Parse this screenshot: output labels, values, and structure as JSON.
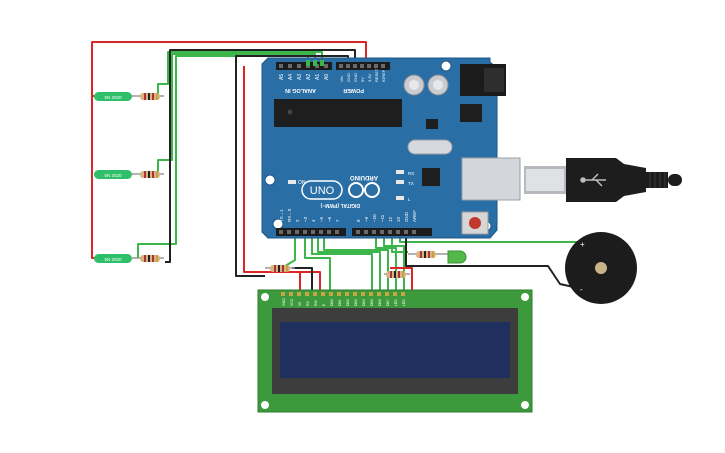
{
  "board": {
    "brand": "ARDUINO",
    "model": "UNO",
    "analog_label": "ANALOG IN",
    "power_label": "POWER",
    "digital_label": "DIGITAL (PWM~)",
    "on_label": "ON",
    "tx_label": "TX",
    "rx_label": "RX",
    "l_label": "L",
    "analog_pins": [
      "A5",
      "A4",
      "A3",
      "A2",
      "A1",
      "A0"
    ],
    "power_pins": [
      "Vin",
      "GND",
      "GND",
      "5V",
      "3.3V",
      "RESET",
      "IOREF"
    ],
    "digital_pins_low": [
      "TX→1",
      "RX←0",
      "2",
      "~3",
      "4",
      "~5",
      "~6",
      "7"
    ],
    "digital_pins_high": [
      "8",
      "~9",
      "~10",
      "~11",
      "12",
      "13",
      "GND",
      "AREF"
    ]
  },
  "sensors": {
    "labels": [
      "5N 2020",
      "5N 2020",
      "5N 2020"
    ]
  },
  "buzzer": {
    "plus": "+",
    "minus": "-"
  },
  "lcd": {
    "pin_labels": [
      "GND",
      "VCC",
      "V0",
      "RS",
      "RW",
      "E",
      "DB0",
      "DB1",
      "DB2",
      "DB3",
      "DB4",
      "DB5",
      "DB6",
      "DB7",
      "LED",
      "LED"
    ]
  },
  "colors": {
    "board": "#2a6ea6",
    "wire_red": "#d92727",
    "wire_green": "#3cb64a",
    "wire_black": "#222222",
    "lcd_pcb": "#3c9a3c",
    "lcd_screen": "#1f2f5e",
    "led": "#52b948"
  }
}
